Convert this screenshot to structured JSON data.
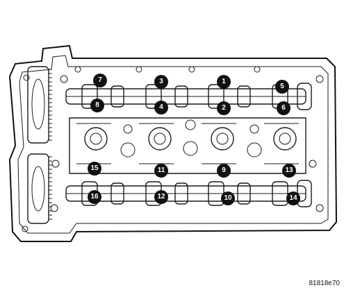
{
  "figure_ref": "81818e70",
  "callouts": [
    "1",
    "2",
    "3",
    "4",
    "5",
    "6",
    "7",
    "8",
    "9",
    "10",
    "11",
    "12",
    "13",
    "14",
    "15",
    "16"
  ]
}
